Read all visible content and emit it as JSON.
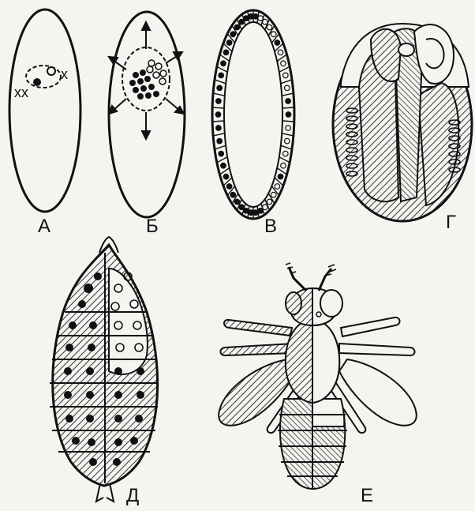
{
  "labels": {
    "a": "А",
    "b": "Б",
    "v": "В",
    "g": "Г",
    "d": "Д",
    "e": "Е"
  },
  "nuclei_marks": {
    "left": "xx",
    "right": "x"
  },
  "colors": {
    "ink": "#111111",
    "paper": "#f4f4f1",
    "hatch": "#333333"
  }
}
